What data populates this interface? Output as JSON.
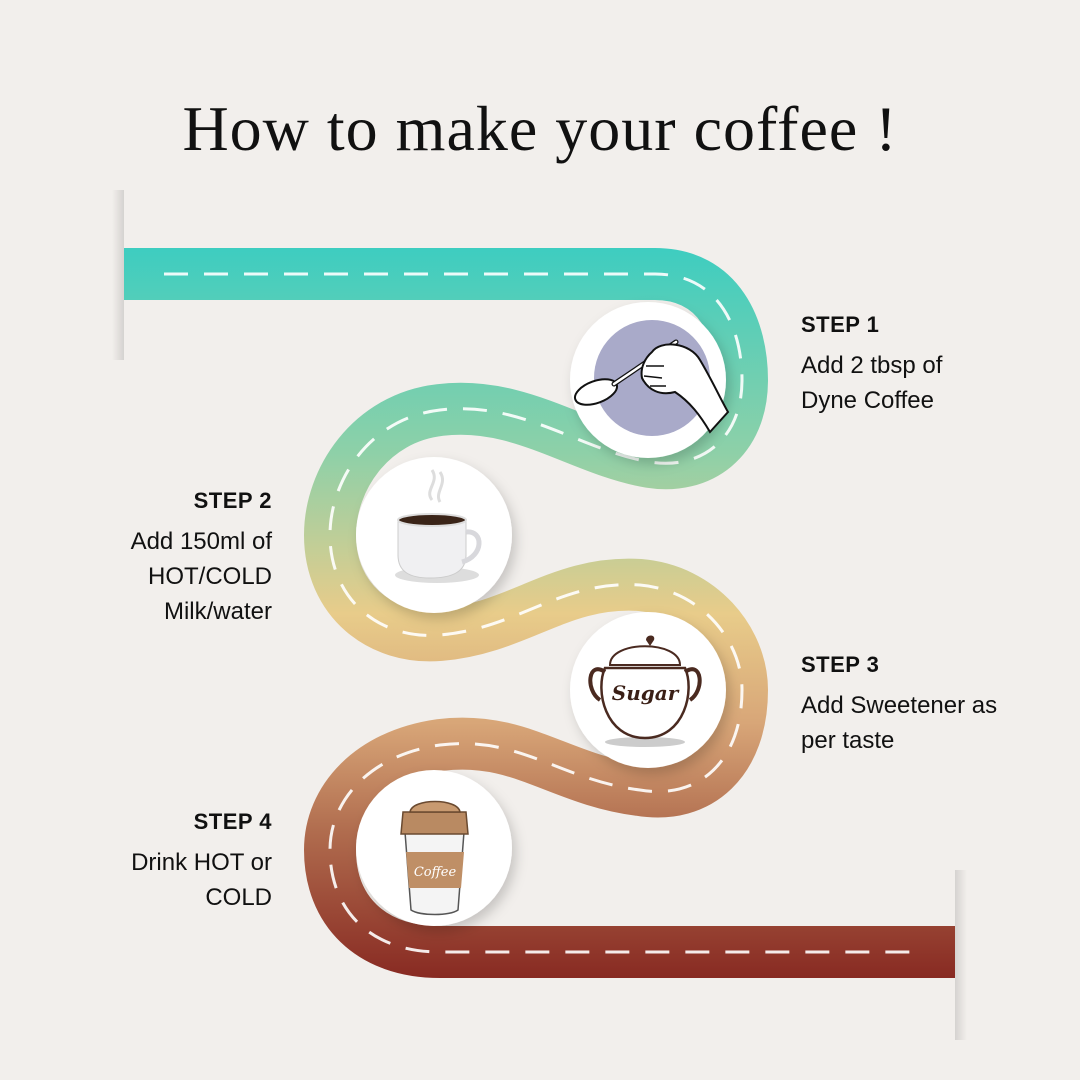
{
  "title": "How to make your coffee !",
  "steps": [
    {
      "heading": "STEP 1",
      "text": "Add 2 tbsp of\nDyne Coffee",
      "icon": "spoon-hand-icon"
    },
    {
      "heading": "STEP 2",
      "text": "Add 150ml of\nHOT/COLD\nMilk/water",
      "icon": "coffee-cup-icon"
    },
    {
      "heading": "STEP 3",
      "text": "Add Sweetener as\nper taste",
      "icon": "sugar-bowl-icon",
      "icon_label": "Sugar"
    },
    {
      "heading": "STEP 4",
      "text": "Drink HOT or\nCOLD",
      "icon": "takeaway-cup-icon",
      "icon_label": "Coffee"
    }
  ],
  "colors": {
    "background": "#f2efec",
    "road_start": "#3ecdc0",
    "road_mid": "#e8cc8a",
    "road_end": "#882a22",
    "lavender": "#a9aac9"
  }
}
